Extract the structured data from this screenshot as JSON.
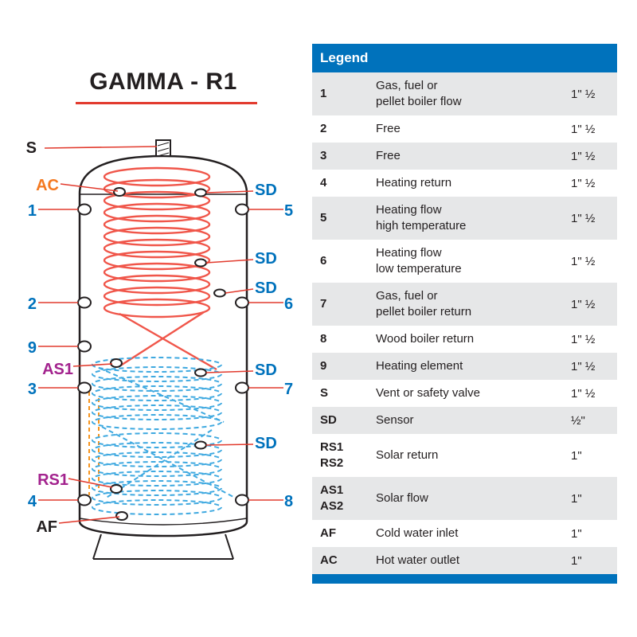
{
  "diagram": {
    "title": "GAMMA - R1",
    "labels": {
      "s": "S",
      "ac": "AC",
      "n1": "1",
      "n2": "2",
      "n9": "9",
      "as1": "AS1",
      "n3": "3",
      "rs1": "RS1",
      "n4": "4",
      "af": "AF",
      "sd": "SD",
      "n5": "5",
      "n6": "6",
      "n7": "7",
      "n8": "8"
    }
  },
  "legend": {
    "header": "Legend",
    "rows": [
      {
        "key": "1",
        "desc": "Gas, fuel or\npellet boiler flow",
        "size": "1\" ½"
      },
      {
        "key": "2",
        "desc": "Free",
        "size": "1\" ½"
      },
      {
        "key": "3",
        "desc": "Free",
        "size": "1\" ½"
      },
      {
        "key": "4",
        "desc": "Heating return",
        "size": "1\" ½"
      },
      {
        "key": "5",
        "desc": "Heating flow\nhigh temperature",
        "size": "1\" ½"
      },
      {
        "key": "6",
        "desc": "Heating flow\nlow temperature",
        "size": "1\" ½"
      },
      {
        "key": "7",
        "desc": "Gas, fuel or\npellet boiler return",
        "size": "1\" ½"
      },
      {
        "key": "8",
        "desc": "Wood boiler return",
        "size": "1\" ½"
      },
      {
        "key": "9",
        "desc": "Heating element",
        "size": "1\" ½"
      },
      {
        "key": "S",
        "desc": "Vent or safety valve",
        "size": "1\" ½"
      },
      {
        "key": "SD",
        "desc": "Sensor",
        "size": "½\""
      },
      {
        "key": "RS1\nRS2",
        "desc": "Solar return",
        "size": "1\""
      },
      {
        "key": "AS1\nAS2",
        "desc": "Solar flow",
        "size": "1\""
      },
      {
        "key": "AF",
        "desc": "Cold water inlet",
        "size": "1\""
      },
      {
        "key": "AC",
        "desc": "Hot water outlet",
        "size": "1\""
      }
    ]
  },
  "colors": {
    "accent_blue": "#0072bc",
    "label_orange": "#f47920",
    "label_magenta": "#a3238e",
    "coil_red": "#f0564a",
    "coil_blue": "#3fa9e0",
    "coil_orange": "#f7941d",
    "leader_red": "#e23b2e",
    "row_gray": "#e6e7e8"
  }
}
